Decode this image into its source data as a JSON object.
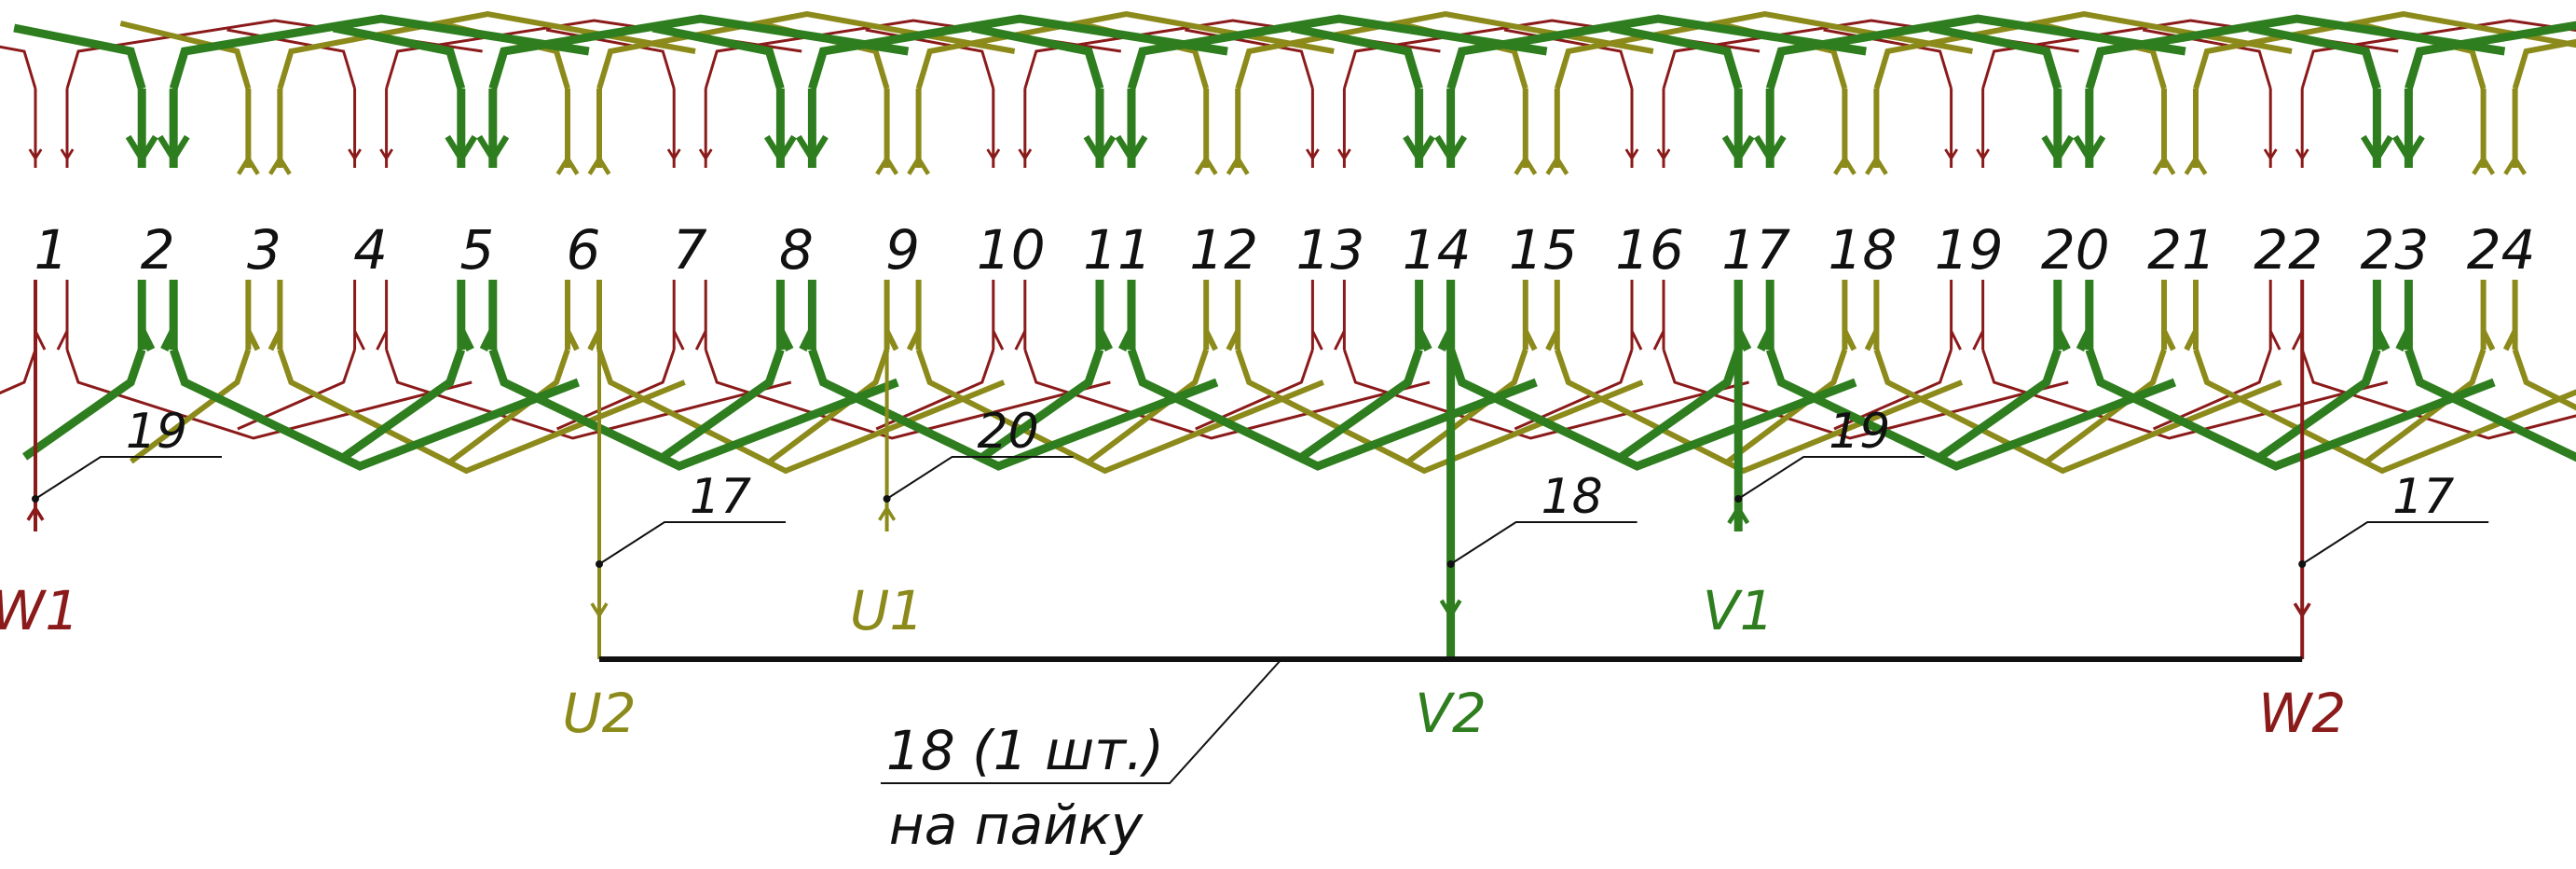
{
  "diagram": {
    "slot_labels": [
      "1",
      "2",
      "3",
      "4",
      "5",
      "6",
      "7",
      "8",
      "9",
      "10",
      "11",
      "12",
      "13",
      "14",
      "15",
      "16",
      "17",
      "18",
      "19",
      "20",
      "21",
      "22",
      "23",
      "24"
    ],
    "slot_phase": [
      "W",
      "U",
      "V",
      "W",
      "U",
      "V",
      "W",
      "U",
      "V",
      "W",
      "U",
      "V",
      "W",
      "U",
      "V",
      "W",
      "U",
      "V",
      "W",
      "U",
      "V",
      "W",
      "U",
      "V"
    ],
    "colors": {
      "U": "#2e7d1e",
      "V": "#8b8a1a",
      "W": "#8b1a1a",
      "bus": "#111111"
    },
    "phase_order": [
      "U",
      "V",
      "W"
    ],
    "terminals": [
      {
        "key": "W1",
        "label": "W1",
        "phase": "W",
        "slot": 1,
        "leader": "19",
        "dir": "up"
      },
      {
        "key": "U2",
        "label": "U2",
        "phase": "V",
        "slot": 6,
        "leader": "17",
        "dir": "down"
      },
      {
        "key": "U1",
        "label": "U1",
        "phase": "V",
        "slot": 9,
        "leader": "20",
        "dir": "up"
      },
      {
        "key": "V2",
        "label": "V2",
        "phase": "U",
        "slot": 14,
        "leader": "18",
        "dir": "down"
      },
      {
        "key": "V1",
        "label": "V1",
        "phase": "U",
        "slot": 17,
        "leader": "19",
        "dir": "up"
      },
      {
        "key": "W2",
        "label": "W2",
        "phase": "W",
        "slot": 22,
        "leader": "17",
        "dir": "down"
      }
    ],
    "bus_note": {
      "line1": "18 (1 шт.)",
      "line2": "на пайку"
    }
  }
}
